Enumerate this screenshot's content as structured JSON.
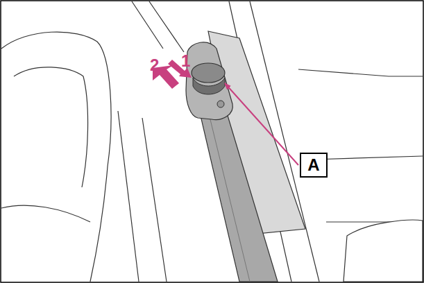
{
  "diagram": {
    "nodes": [
      {
        "text": [
          "A"
        ]
      }
    ],
    "labels": [
      "1",
      "2"
    ]
  }
}
